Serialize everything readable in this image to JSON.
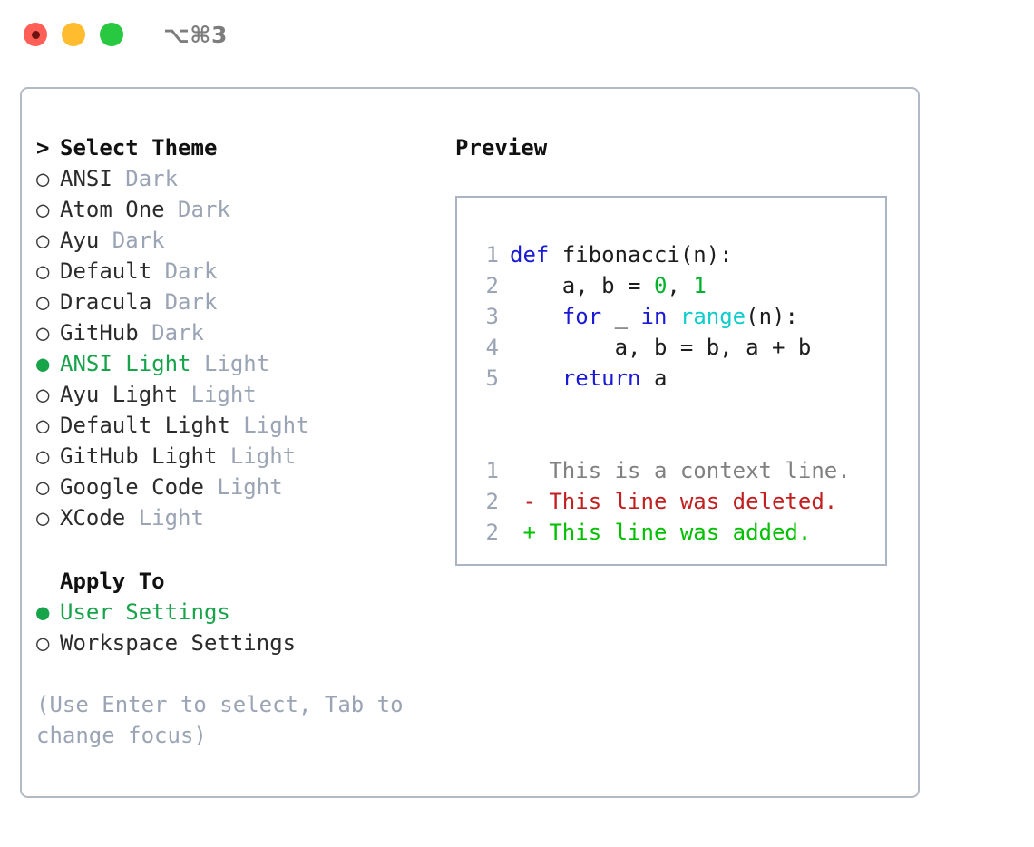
{
  "titlebar": {
    "shortcut": "⌥⌘3",
    "lights": [
      {
        "name": "close",
        "color": "#ff5f57"
      },
      {
        "name": "minimize",
        "color": "#febc2e"
      },
      {
        "name": "maximize",
        "color": "#28c840"
      }
    ]
  },
  "theme_panel": {
    "heading_marker": ">",
    "heading": "Select Theme",
    "selected_theme": "ANSI Light",
    "radio_off_glyph": "○",
    "radio_on_glyph": "●",
    "themes": [
      {
        "name": "ANSI",
        "category": "Dark",
        "selected": false
      },
      {
        "name": "Atom One",
        "category": "Dark",
        "selected": false
      },
      {
        "name": "Ayu",
        "category": "Dark",
        "selected": false
      },
      {
        "name": "Default",
        "category": "Dark",
        "selected": false
      },
      {
        "name": "Dracula",
        "category": "Dark",
        "selected": false
      },
      {
        "name": "GitHub",
        "category": "Dark",
        "selected": false
      },
      {
        "name": "ANSI Light",
        "category": "Light",
        "selected": true
      },
      {
        "name": "Ayu Light",
        "category": "Light",
        "selected": false
      },
      {
        "name": "Default Light",
        "category": "Light",
        "selected": false
      },
      {
        "name": "GitHub Light",
        "category": "Light",
        "selected": false
      },
      {
        "name": "Google Code",
        "category": "Light",
        "selected": false
      },
      {
        "name": "XCode",
        "category": "Light",
        "selected": false
      }
    ]
  },
  "apply_to": {
    "heading": "Apply To",
    "selected": "User Settings",
    "options": [
      {
        "label": "User Settings",
        "selected": true
      },
      {
        "label": "Workspace Settings",
        "selected": false
      }
    ]
  },
  "hint": {
    "line1": "(Use Enter to select, Tab to",
    "line2": "change focus)"
  },
  "preview": {
    "title": "Preview",
    "code_lines": [
      {
        "num": "1",
        "tokens": [
          {
            "text": "def ",
            "type": "kw"
          },
          {
            "text": "fibonacci(n):",
            "type": "plain"
          }
        ]
      },
      {
        "num": "2",
        "tokens": [
          {
            "text": "    a, b = ",
            "type": "plain"
          },
          {
            "text": "0",
            "type": "num"
          },
          {
            "text": ", ",
            "type": "plain"
          },
          {
            "text": "1",
            "type": "num"
          }
        ]
      },
      {
        "num": "3",
        "tokens": [
          {
            "text": "    ",
            "type": "plain"
          },
          {
            "text": "for",
            "type": "kw"
          },
          {
            "text": " _ ",
            "type": "plain"
          },
          {
            "text": "in",
            "type": "kw"
          },
          {
            "text": " ",
            "type": "plain"
          },
          {
            "text": "range",
            "type": "fn"
          },
          {
            "text": "(n):",
            "type": "plain"
          }
        ]
      },
      {
        "num": "4",
        "tokens": [
          {
            "text": "        a, b = b, a + b",
            "type": "plain"
          }
        ]
      },
      {
        "num": "5",
        "tokens": [
          {
            "text": "    ",
            "type": "plain"
          },
          {
            "text": "return",
            "type": "kw"
          },
          {
            "text": " a",
            "type": "plain"
          }
        ]
      }
    ],
    "diff_lines": [
      {
        "num": "1",
        "marker": " ",
        "text": "This is a context line.",
        "type": "ctx"
      },
      {
        "num": "2",
        "marker": "-",
        "text": "This line was deleted.",
        "type": "del"
      },
      {
        "num": "2",
        "marker": "+",
        "text": "This line was added.",
        "type": "add"
      }
    ]
  },
  "colors": {
    "accent_green": "#16a34a",
    "muted": "#9aa4b4",
    "keyword": "#1a1ad6",
    "builtin": "#11cccc",
    "number": "#00b32b",
    "diff_delete": "#c22020",
    "diff_add": "#00c000",
    "panel_border": "#b2bac6"
  }
}
